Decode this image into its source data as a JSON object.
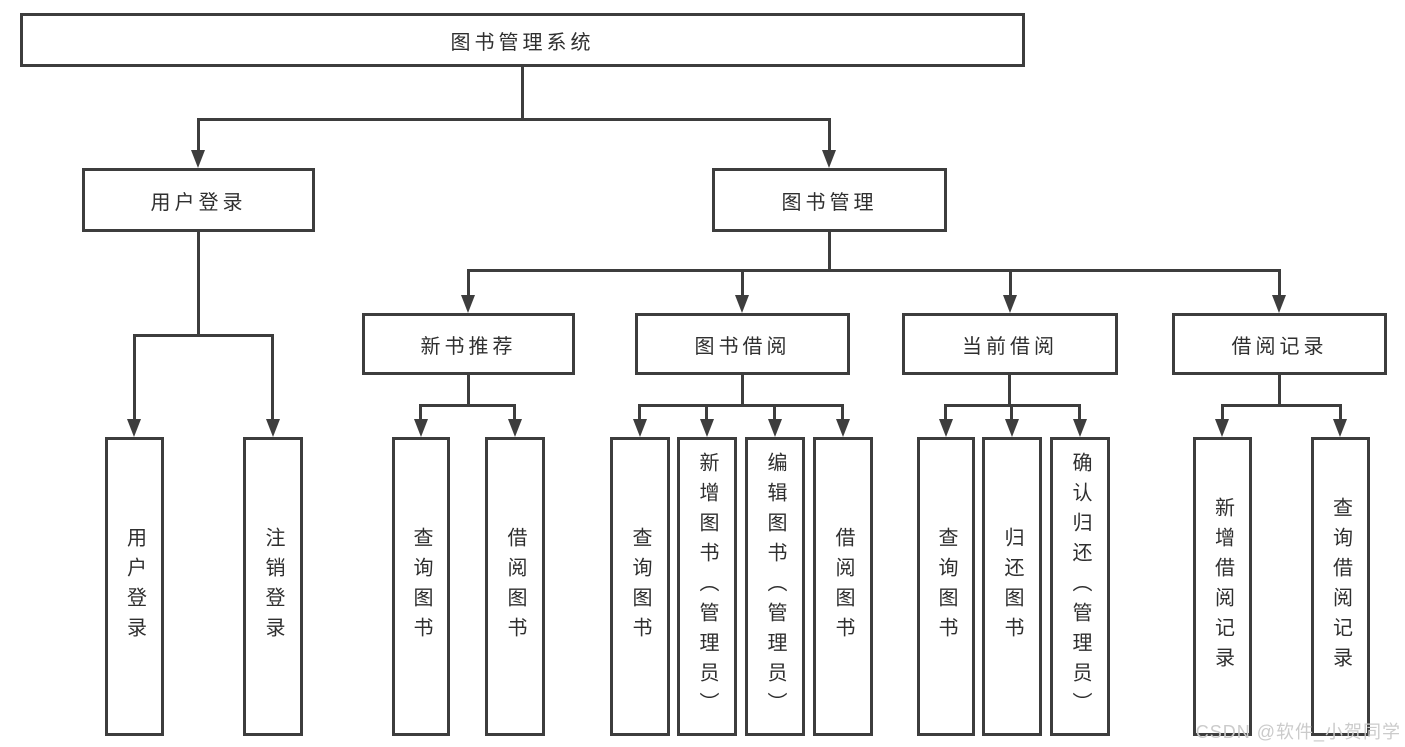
{
  "hierarchy": {
    "label": "图书管理系统",
    "children": [
      {
        "label": "用户登录",
        "children": [
          {
            "label": "用户登录"
          },
          {
            "label": "注销登录"
          }
        ]
      },
      {
        "label": "图书管理",
        "children": [
          {
            "label": "新书推荐",
            "children": [
              {
                "label": "查询图书"
              },
              {
                "label": "借阅图书"
              }
            ]
          },
          {
            "label": "图书借阅",
            "children": [
              {
                "label": "查询图书"
              },
              {
                "label": "新增图书（管理员）"
              },
              {
                "label": "编辑图书（管理员）"
              },
              {
                "label": "借阅图书"
              }
            ]
          },
          {
            "label": "当前借阅",
            "children": [
              {
                "label": "查询图书"
              },
              {
                "label": "归还图书"
              },
              {
                "label": "确认归还（管理员）"
              }
            ]
          },
          {
            "label": "借阅记录",
            "children": [
              {
                "label": "新增借阅记录"
              },
              {
                "label": "查询借阅记录"
              }
            ]
          }
        ]
      }
    ]
  },
  "watermark": "CSDN @软件_小贺同学",
  "colors": {
    "line": "#3d3d3d",
    "text": "#2f2f2f",
    "background": "#ffffff",
    "watermark": "#cbcbcb"
  }
}
